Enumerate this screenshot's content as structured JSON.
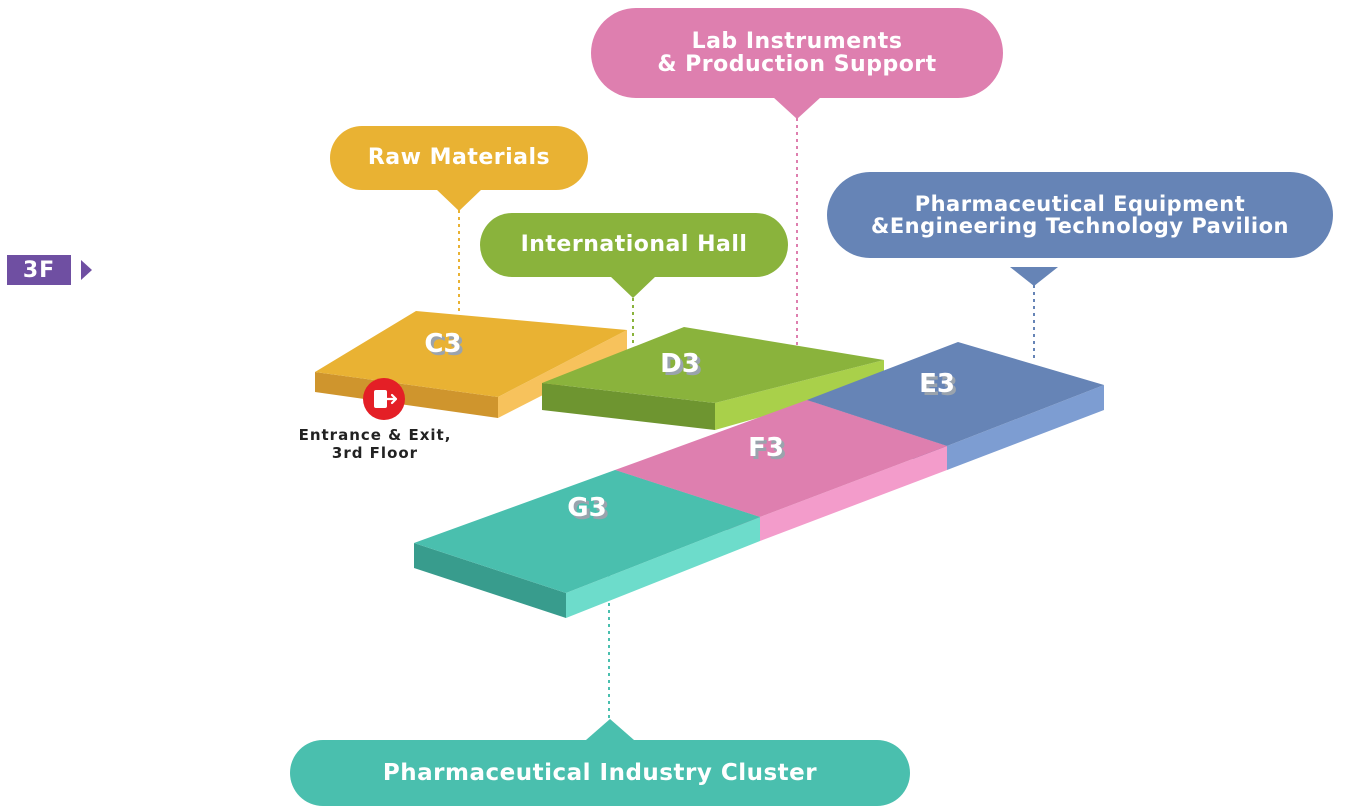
{
  "floor": {
    "label": "3F",
    "color": "#6f4fa2"
  },
  "halls": [
    {
      "id": "C3",
      "label": "C3",
      "top_color": "#e9b233",
      "side_color": "#cf952d",
      "side2_color": "#f7c25c"
    },
    {
      "id": "D3",
      "label": "D3",
      "top_color": "#8ab33c",
      "side_color": "#6e9530",
      "side2_color": "#a9d04a"
    },
    {
      "id": "E3",
      "label": "E3",
      "top_color": "#6684b6",
      "side_color": "#5670a0",
      "side2_color": "#7d9dd2"
    },
    {
      "id": "F3",
      "label": "F3",
      "top_color": "#de7faf",
      "side_color": "#c9679a",
      "side2_color": "#f39ccb"
    },
    {
      "id": "G3",
      "label": "G3",
      "top_color": "#4abfae",
      "side_color": "#389c8d",
      "side2_color": "#6ddccb"
    }
  ],
  "callouts": {
    "raw_materials": {
      "text": "Raw Materials",
      "color": "#e9b233"
    },
    "international_hall": {
      "text": "International Hall",
      "color": "#8ab33c"
    },
    "lab_instruments": {
      "line1": "Lab Instruments",
      "line2": "& Production Support",
      "color": "#de7faf"
    },
    "pharma_equipment": {
      "line1": "Pharmaceutical Equipment",
      "line2": "&Engineering Technology Pavilion",
      "color": "#6684b6"
    },
    "pharma_cluster": {
      "text": "Pharmaceutical Industry Cluster",
      "color": "#4abfae"
    }
  },
  "entrance": {
    "line1": "Entrance & Exit,",
    "line2": "3rd Floor",
    "icon": "exit-door-icon",
    "color": "#e41f26"
  }
}
